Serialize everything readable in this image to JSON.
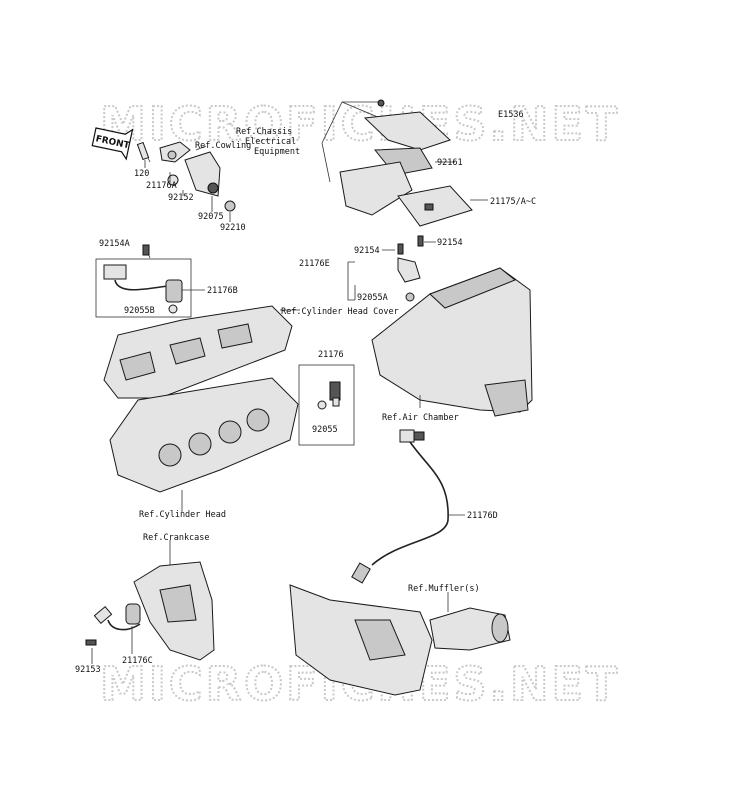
{
  "watermark": "MICROFICHES.NET",
  "diagram_code": "E1536",
  "front_badge": "FRONT",
  "labels": {
    "l120": "120",
    "l21176A": "21176A",
    "l92152": "92152",
    "l92075": "92075",
    "l92210": "92210",
    "ref_cowling": "Ref.Cowling",
    "ref_chassis_1": "Ref.Chassis",
    "ref_chassis_2": "Electrical",
    "ref_chassis_3": "Equipment",
    "l92161": "92161",
    "l21175": "21175/A~C",
    "l92154A": "92154A",
    "l21176B": "21176B",
    "l92055B": "92055B",
    "ref_cyl_head_cover": "Ref.Cylinder Head Cover",
    "l92154_left": "92154",
    "l92154_right": "92154",
    "l21176E": "21176E",
    "l92055A": "92055A",
    "l21176": "21176",
    "l92055": "92055",
    "ref_air_chamber": "Ref.Air Chamber",
    "ref_cyl_head": "Ref.Cylinder Head",
    "l21176D": "21176D",
    "ref_crankcase": "Ref.Crankcase",
    "ref_muffler": "Ref.Muffler(s)",
    "l92153": "92153",
    "l21176C": "21176C"
  },
  "colors": {
    "line": "#333333",
    "part_fill": "#e4e4e4",
    "part_shade": "#c8c8c8",
    "watermark": "#c9c9c9"
  }
}
